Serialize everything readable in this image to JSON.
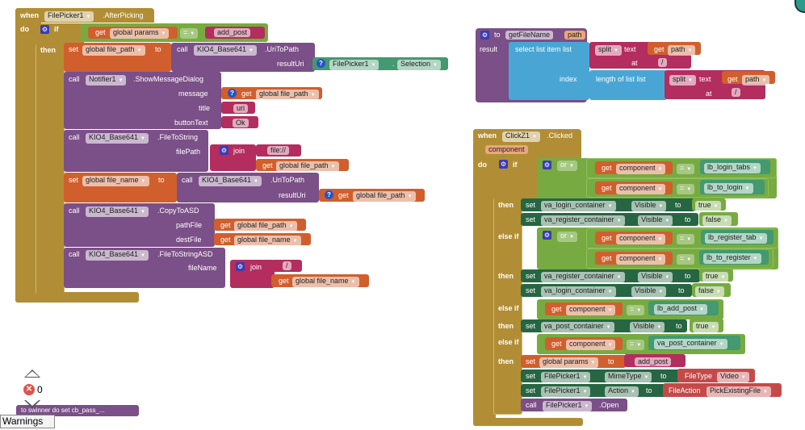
{
  "event1": {
    "when": "when",
    "component": "FilePicker1",
    "event": ".AfterPicking",
    "do": "do",
    "if": "if",
    "then": "then",
    "cond_get": "get",
    "cond_var": "global params",
    "cond_op": "=",
    "cond_text": "add_post",
    "set1": {
      "set": "set",
      "var": "global file_path",
      "to": "to",
      "call": "call",
      "comp": "KIO4_Base641",
      "method": ".UriToPath",
      "param": "resultUri",
      "sel_comp": "FilePicker1",
      "sel_prop": "Selection"
    },
    "notify": {
      "call": "call",
      "comp": "Notifier1",
      "method": ".ShowMessageDialog",
      "p1": "message",
      "p1_get": "get",
      "p1_var": "global file_path",
      "p2": "title",
      "p2_text": "uri",
      "p3": "buttonText",
      "p3_text": "Ok"
    },
    "fts": {
      "call": "call",
      "comp": "KIO4_Base641",
      "method": ".FileToString",
      "param": "filePath",
      "join": "join",
      "text1": "file://",
      "get": "get",
      "var": "global file_path"
    },
    "set2": {
      "set": "set",
      "var": "global file_name",
      "to": "to",
      "call": "call",
      "comp": "KIO4_Base641",
      "method": ".UriToPath",
      "param": "resultUri",
      "get": "get",
      "gvar": "global file_path"
    },
    "copy": {
      "call": "call",
      "comp": "KIO4_Base641",
      "method": ".CopyToASD",
      "p1": "pathFile",
      "p1_get": "get",
      "p1_var": "global file_path",
      "p2": "destFile",
      "p2_get": "get",
      "p2_var": "global file_name"
    },
    "ftsa": {
      "call": "call",
      "comp": "KIO4_Base641",
      "method": ".FileToStringASD",
      "param": "fileName",
      "join": "join",
      "text1": "/",
      "get": "get",
      "var": "global file_name"
    }
  },
  "proc": {
    "to": "to",
    "name": "getFileName",
    "arg": "path",
    "result": "result",
    "select": "select list item  list",
    "split1": "split",
    "text1": "text",
    "get1": "get",
    "var1": "path",
    "at1": "at",
    "sep1": "/",
    "index": "index",
    "length": "length of list  list",
    "split2": "split",
    "text2": "text",
    "get2": "get",
    "var2": "path",
    "at2": "at",
    "sep2": "/"
  },
  "event2": {
    "when": "when",
    "component": "ClickZ1",
    "event": ".Clicked",
    "param": "component",
    "do": "do",
    "if": "if",
    "or": "or",
    "get": "get",
    "var": "component",
    "eq": "=",
    "c1": "lb_login_tabs",
    "c2": "lb_to_login",
    "then": "then",
    "elseif": "else if",
    "s1": {
      "comp": "va_login_container",
      "prop": "Visible",
      "val": "true"
    },
    "s2": {
      "comp": "va_register_container",
      "prop": "Visible",
      "val": "false"
    },
    "c3": "lb_register_tab",
    "c4": "lb_to_register",
    "s3": {
      "comp": "va_register_container",
      "prop": "Visible",
      "val": "true"
    },
    "s4": {
      "comp": "va_login_container",
      "prop": "Visible",
      "val": "false"
    },
    "c5": "lb_add_post",
    "s5": {
      "comp": "va_post_container",
      "prop": "Visible",
      "val": "true"
    },
    "c6": "va_post_container",
    "s6": {
      "set": "set",
      "var": "global params",
      "to": "to",
      "text": "add_post"
    },
    "s7": {
      "comp": "FilePicker1",
      "prop": "MimeType",
      "helper": "FileType",
      "val": "Video"
    },
    "s8": {
      "comp": "FilePicker1",
      "prop": "Action",
      "helper": "FileAction",
      "val": "PickExistingFile"
    },
    "s9": {
      "call": "call",
      "comp": "FilePicker1",
      "method": ".Open"
    },
    "set": "set",
    "to": "to",
    "dot": "."
  },
  "collapsed": {
    "text": "to swinner do set  cb_pass_..."
  },
  "warnings": {
    "error_count": "0",
    "label": "Warnings"
  }
}
